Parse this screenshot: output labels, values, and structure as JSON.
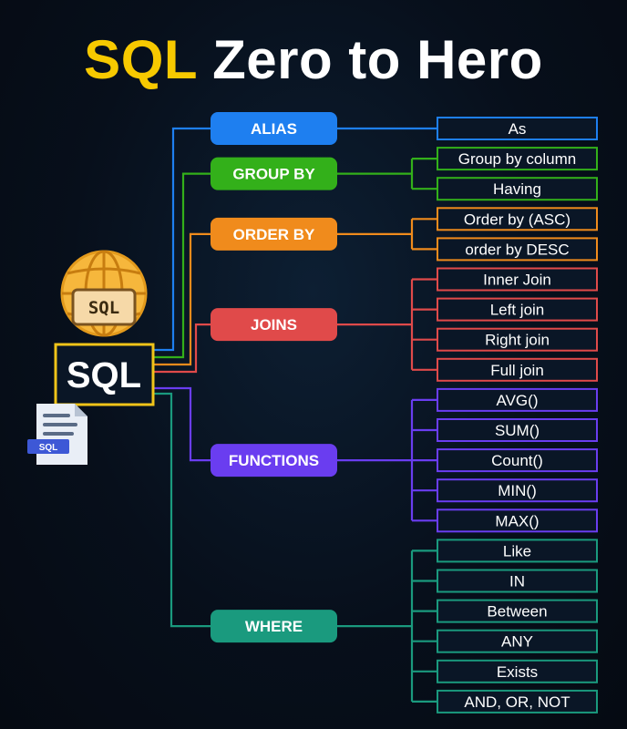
{
  "title": {
    "part1": "SQL",
    "part2": "Zero to Hero"
  },
  "hub": {
    "label": "SQL",
    "globe_label": "SQL",
    "doc_label": "SQL"
  },
  "colors": {
    "background": "#070f1b",
    "title_accent": "#f7c900",
    "hub_border": "#f0c419",
    "alias": "#1e7ff0",
    "group_by": "#33b01a",
    "order_by": "#f08b1c",
    "joins": "#e04a4a",
    "functions": "#6a3df0",
    "where": "#1a9a7e"
  },
  "categories": [
    {
      "label": "ALIAS",
      "color": "#1e7ff0",
      "items": [
        "As"
      ]
    },
    {
      "label": "GROUP BY",
      "color": "#33b01a",
      "items": [
        "Group by column",
        "Having"
      ]
    },
    {
      "label": "ORDER BY",
      "color": "#f08b1c",
      "items": [
        "Order by (ASC)",
        "order by DESC"
      ]
    },
    {
      "label": "JOINS",
      "color": "#e04a4a",
      "items": [
        "Inner Join",
        "Left join",
        "Right join",
        "Full join"
      ]
    },
    {
      "label": "FUNCTIONS",
      "color": "#6a3df0",
      "items": [
        "AVG()",
        "SUM()",
        "Count()",
        "MIN()",
        "MAX()"
      ]
    },
    {
      "label": "WHERE",
      "color": "#1a9a7e",
      "items": [
        "Like",
        "IN",
        "Between",
        "ANY",
        "Exists",
        "AND, OR, NOT"
      ]
    }
  ]
}
